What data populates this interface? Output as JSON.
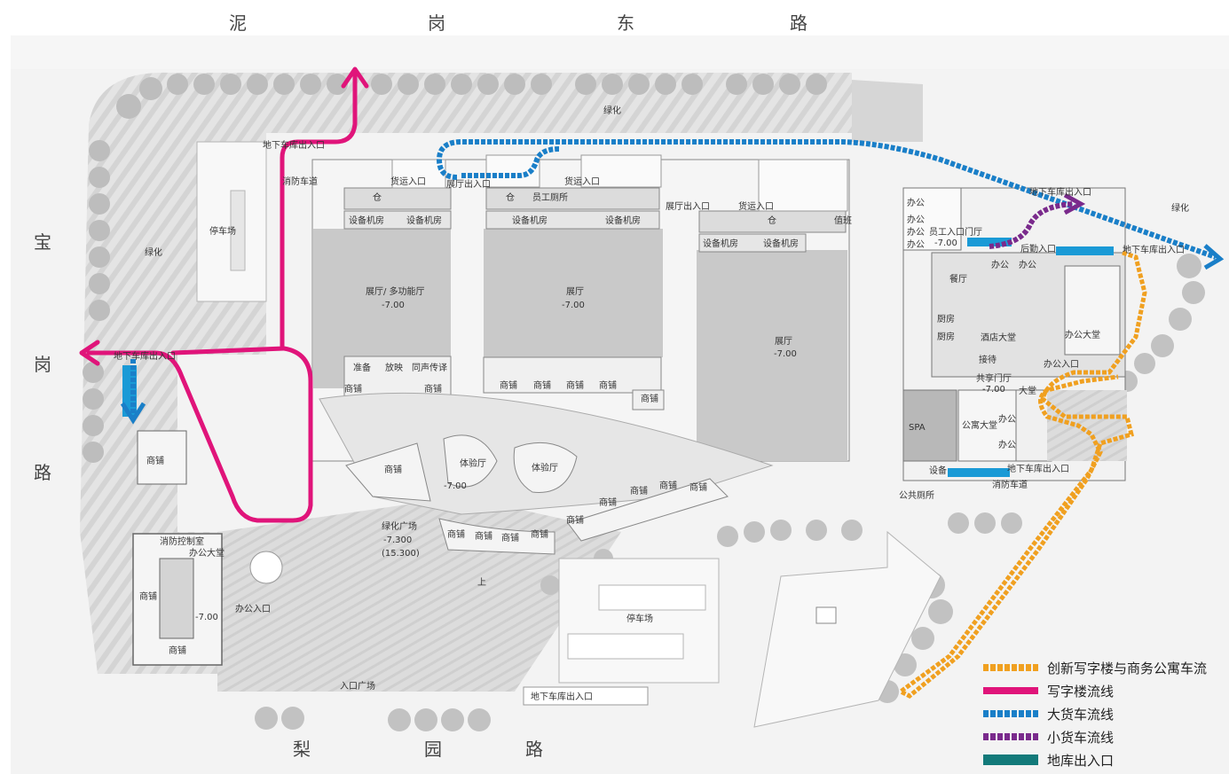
{
  "roads": {
    "north": [
      "泥",
      "岗",
      "东",
      "路"
    ],
    "west": [
      "宝",
      "岗",
      "路"
    ],
    "south": [
      "梨",
      "园",
      "路"
    ]
  },
  "labels": {
    "greenery": "绿化",
    "parking": "停车场",
    "underground_exit": "地下车库出入口",
    "fire_road": "消防车道",
    "goods_entrance": "货运入口",
    "hall_exit": "展厅出入口",
    "staff_toilet": "员工厕所",
    "warehouse": "仓",
    "equipment_room": "设备机房",
    "duty": "值班",
    "hall_multi": "展厅/ 多功能厅",
    "hall": "展厅",
    "level": "-7.00",
    "prep": "准备",
    "projection": "放映",
    "interpretation": "同声传译",
    "shop": "商铺",
    "experience_hall": "体验厅",
    "green_plaza": "绿化广场",
    "plaza_level": "-7.300",
    "plaza_level2": "(15.300)",
    "up": "上",
    "fire_control": "消防控制室",
    "office_lobby": "办公大堂",
    "office_entrance": "办公入口",
    "entrance_plaza": "入口广场",
    "office": "办公",
    "staff_entrance_hall": "员工入口门厅",
    "logistics_entrance": "后勤入口",
    "restaurant": "餐厅",
    "kitchen": "厨房",
    "hotel_lobby": "酒店大堂",
    "reception": "接待",
    "shared_hall": "共享门厅",
    "lobby": "大堂",
    "apartment_lobby": "公寓大堂",
    "spa": "SPA",
    "equipment": "设备",
    "public_toilet": "公共厕所"
  },
  "legend": {
    "items": [
      {
        "label": "创新写字楼与商务公寓车流",
        "color": "#f0a020",
        "style": "dashed"
      },
      {
        "label": "写字楼流线",
        "color": "#e0147a",
        "style": "solid"
      },
      {
        "label": "大货车流线",
        "color": "#1a7fc8",
        "style": "dashed"
      },
      {
        "label": "小货车流线",
        "color": "#7a2a8c",
        "style": "dashed"
      },
      {
        "label": "地库出入口",
        "color": "#137a7a",
        "style": "solid"
      }
    ]
  },
  "colors": {
    "office_flow": "#e0147a",
    "truck_flow": "#1a7fc8",
    "small_truck_flow": "#7a2a8c",
    "apartment_flow": "#f0a020",
    "garage_entry": "#1a9ad6"
  }
}
